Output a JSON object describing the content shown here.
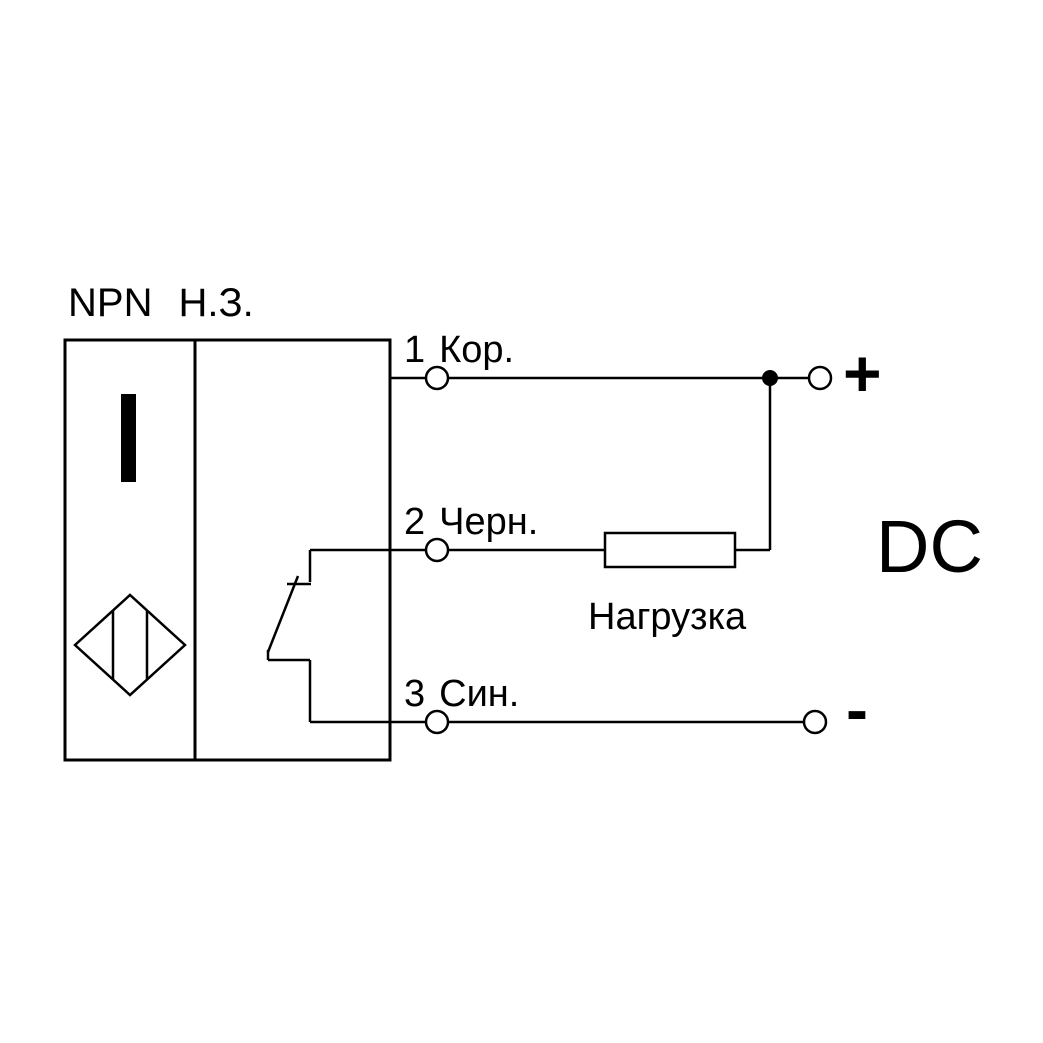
{
  "diagram": {
    "title": {
      "type": "NPN",
      "contact": "Н.З."
    },
    "pins": [
      {
        "number": "1",
        "label": "Кор."
      },
      {
        "number": "2",
        "label": "Черн."
      },
      {
        "number": "3",
        "label": "Син."
      }
    ],
    "load_label": "Нагрузка",
    "supply_label": "DC",
    "plus_label": "+",
    "minus_label": "-",
    "colors": {
      "line": "#000000",
      "background": "#ffffff"
    }
  }
}
